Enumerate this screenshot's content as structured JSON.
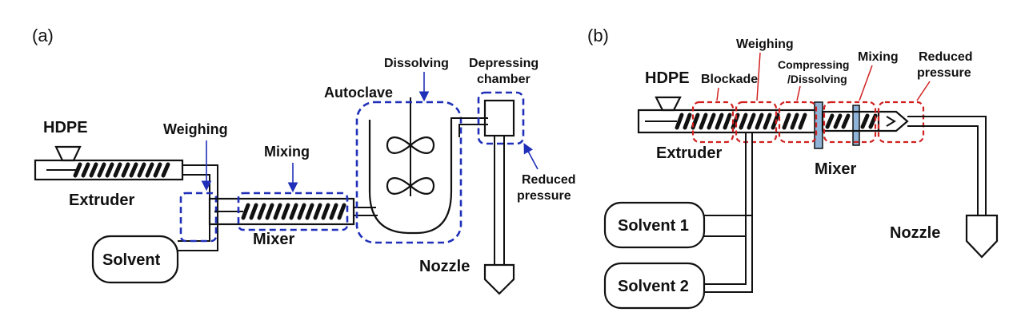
{
  "panel_a": {
    "label": "(a)",
    "hdpe": "HDPE",
    "extruder": "Extruder",
    "weighing": "Weighing",
    "mixing": "Mixing",
    "mixer": "Mixer",
    "solvent": "Solvent",
    "autoclave": "Autoclave",
    "dissolving": "Dissolving",
    "depressing_line1": "Depressing",
    "depressing_line2": "chamber",
    "reduced_line1": "Reduced",
    "reduced_line2": "pressure",
    "nozzle": "Nozzle"
  },
  "panel_b": {
    "label": "(b)",
    "hdpe": "HDPE",
    "blockade": "Blockade",
    "weighing": "Weighing",
    "compressing_line1": "Compressing",
    "compressing_line2": "/Dissolving",
    "mixing": "Mixing",
    "reduced_line1": "Reduced",
    "reduced_line2": "pressure",
    "extruder": "Extruder",
    "mixer": "Mixer",
    "solvent1": "Solvent 1",
    "solvent2": "Solvent 2",
    "nozzle": "Nozzle"
  },
  "colors": {
    "zone_a": "#1f2fb8",
    "zone_b": "#d02020",
    "mixer_plate": "#8fb4d8"
  }
}
